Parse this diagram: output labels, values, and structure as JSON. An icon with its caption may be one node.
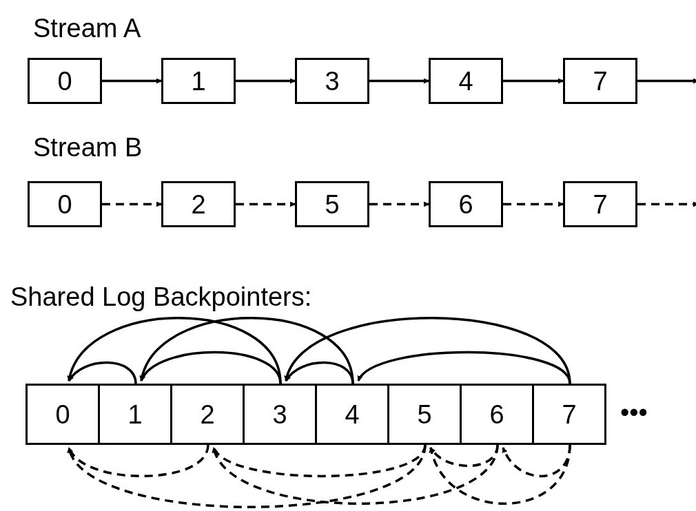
{
  "diagram": {
    "nodes": [
      {
        "text": [
          "0"
        ]
      },
      {
        "text": [
          "1"
        ]
      },
      {
        "text": [
          "3"
        ]
      },
      {
        "text": [
          "4"
        ]
      },
      {
        "text": [
          "7"
        ]
      },
      {
        "text": [
          "0"
        ]
      },
      {
        "text": [
          "2"
        ]
      },
      {
        "text": [
          "5"
        ]
      },
      {
        "text": [
          "6"
        ]
      },
      {
        "text": [
          "7"
        ]
      },
      {
        "text": [
          "0"
        ]
      },
      {
        "text": [
          "1"
        ]
      },
      {
        "text": [
          "2"
        ]
      },
      {
        "text": [
          "3"
        ]
      },
      {
        "text": [
          "4"
        ]
      },
      {
        "text": [
          "5"
        ]
      },
      {
        "text": [
          "6"
        ]
      },
      {
        "text": [
          "7"
        ]
      }
    ],
    "edges": [
      {
        "from": 0,
        "to": 1,
        "arrow": "to"
      },
      {
        "from": 1,
        "to": 2,
        "arrow": "to"
      },
      {
        "from": 2,
        "to": 3,
        "arrow": "to"
      },
      {
        "from": 3,
        "to": 4,
        "arrow": "to"
      },
      {
        "from": 4,
        "to": null,
        "arrow": "to"
      },
      {
        "from": 5,
        "to": 6,
        "arrow": "to",
        "style": "dashed"
      },
      {
        "from": 6,
        "to": 7,
        "arrow": "to",
        "style": "dashed"
      },
      {
        "from": 7,
        "to": 8,
        "arrow": "to",
        "style": "dashed"
      },
      {
        "from": 8,
        "to": 9,
        "arrow": "to",
        "style": "dashed"
      },
      {
        "from": 9,
        "to": null,
        "arrow": "to",
        "style": "dashed"
      },
      {
        "from": 11,
        "to": 10,
        "arrow": "to"
      },
      {
        "from": 13,
        "to": 10,
        "arrow": "to"
      },
      {
        "from": 13,
        "to": 11,
        "arrow": "to"
      },
      {
        "from": 14,
        "to": 13,
        "arrow": "to"
      },
      {
        "from": 14,
        "to": 11,
        "arrow": "to"
      },
      {
        "from": 17,
        "to": 14,
        "arrow": "to"
      },
      {
        "from": 17,
        "to": 13,
        "arrow": "to"
      },
      {
        "from": 12,
        "to": 10,
        "arrow": "to",
        "style": "dashed"
      },
      {
        "from": 15,
        "to": 12,
        "arrow": "to",
        "style": "dashed"
      },
      {
        "from": 15,
        "to": 10,
        "arrow": "to",
        "style": "dashed"
      },
      {
        "from": 16,
        "to": 15,
        "arrow": "to",
        "style": "dashed"
      },
      {
        "from": 16,
        "to": 12,
        "arrow": "to",
        "style": "dashed"
      },
      {
        "from": 17,
        "to": 16,
        "arrow": "to",
        "style": "dashed"
      },
      {
        "from": 17,
        "to": 15,
        "arrow": "to",
        "style": "dashed"
      }
    ],
    "labels": [
      "Stream A",
      "Stream B",
      "Shared Log Backpointers:",
      "•••"
    ]
  }
}
